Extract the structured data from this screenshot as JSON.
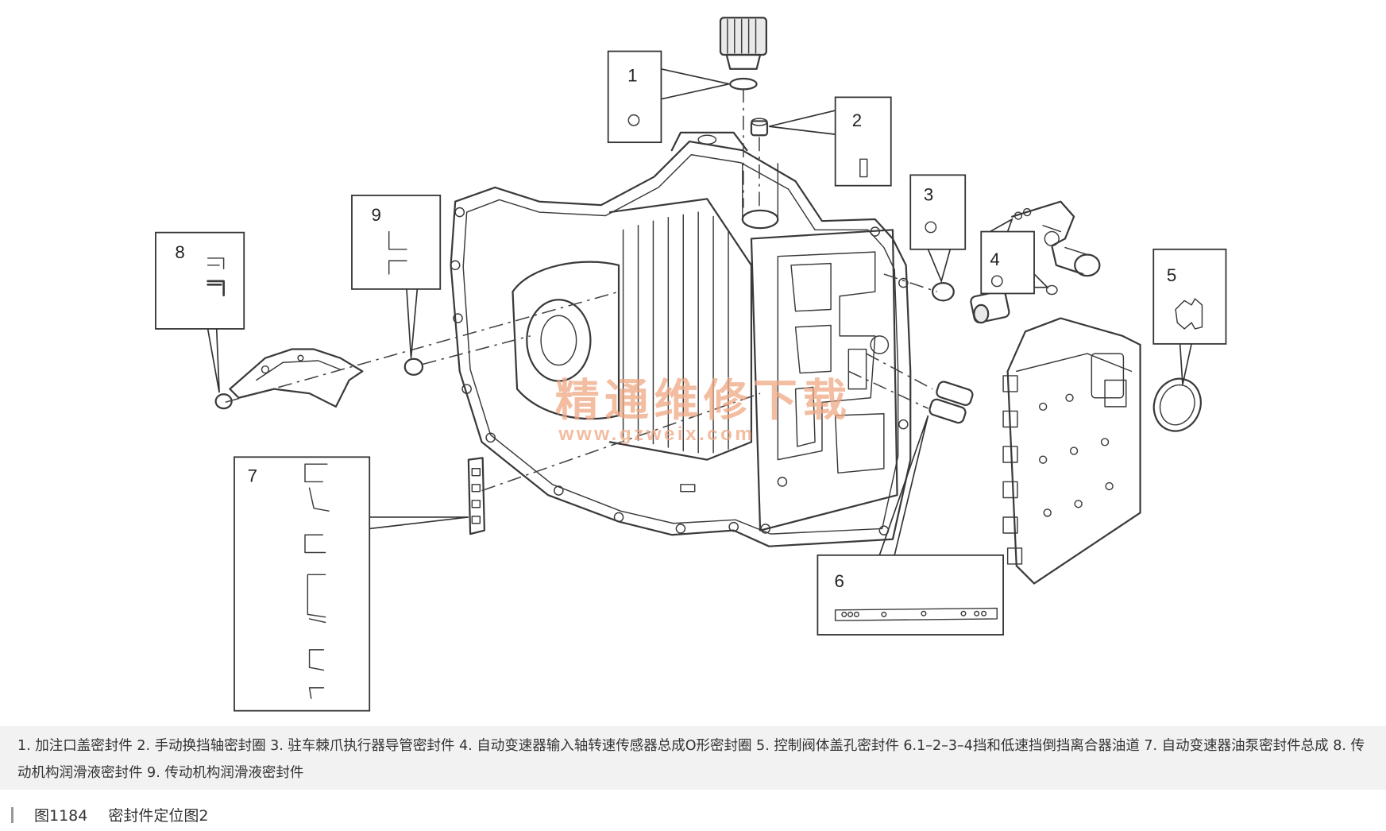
{
  "callouts": [
    "1",
    "2",
    "3",
    "4",
    "5",
    "6",
    "7",
    "8",
    "9"
  ],
  "watermark": {
    "text": "精通维修下载",
    "url": "www.gzweix.com"
  },
  "caption": "1. 加注口盖密封件 2. 手动换挡轴密封圈 3. 驻车棘爪执行器导管密封件 4. 自动变速器输入轴转速传感器总成O形密封圈 5. 控制阀体盖孔密封件 6.1–2–3–4挡和低速挡倒挡离合器油道 7. 自动变速器油泵密封件总成 8. 传动机构润滑液密封件 9. 传动机构润滑液密封件",
  "figure": {
    "number": "图1184",
    "title": "密封件定位图2"
  }
}
